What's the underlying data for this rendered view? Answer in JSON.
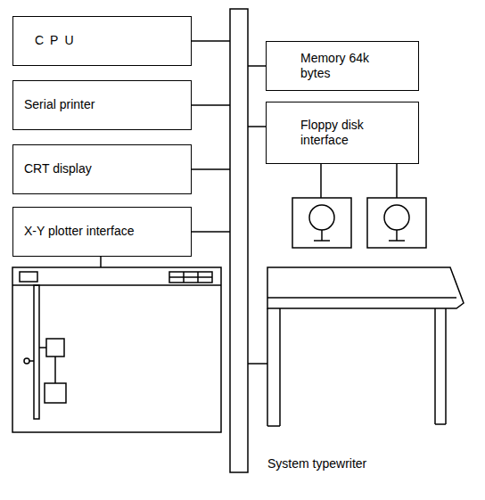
{
  "diagram": {
    "nodes": [
      {
        "text": [
          "CPU"
        ]
      },
      {
        "text": [
          "Serial printer"
        ]
      },
      {
        "text": [
          "CRT display"
        ]
      },
      {
        "text": [
          "X-Y plotter interface"
        ]
      },
      {
        "text": [
          "Memory 64k bytes"
        ]
      },
      {
        "text": [
          "Floppy disk interface"
        ]
      }
    ],
    "labels": [
      "System typewriter"
    ]
  }
}
